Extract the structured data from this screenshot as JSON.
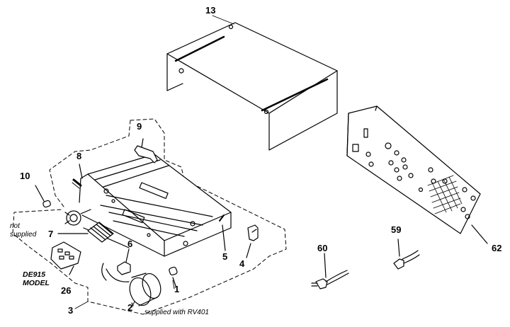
{
  "callouts": {
    "c13": "13",
    "c9": "9",
    "c8": "8",
    "c10": "10",
    "c7": "7",
    "c6": "6",
    "c5": "5",
    "c4": "4",
    "c1": "1",
    "c2": "2",
    "c3": "3",
    "c26": "26",
    "c60": "60",
    "c59": "59",
    "c62": "62"
  },
  "notes": {
    "not_supplied_line1": "not",
    "not_supplied_line2": "supplied",
    "model_line1": "DE915",
    "model_line2": "MODEL",
    "supplied_with": "supplied with RV401"
  },
  "colors": {
    "line": "#000000",
    "background": "#ffffff"
  }
}
